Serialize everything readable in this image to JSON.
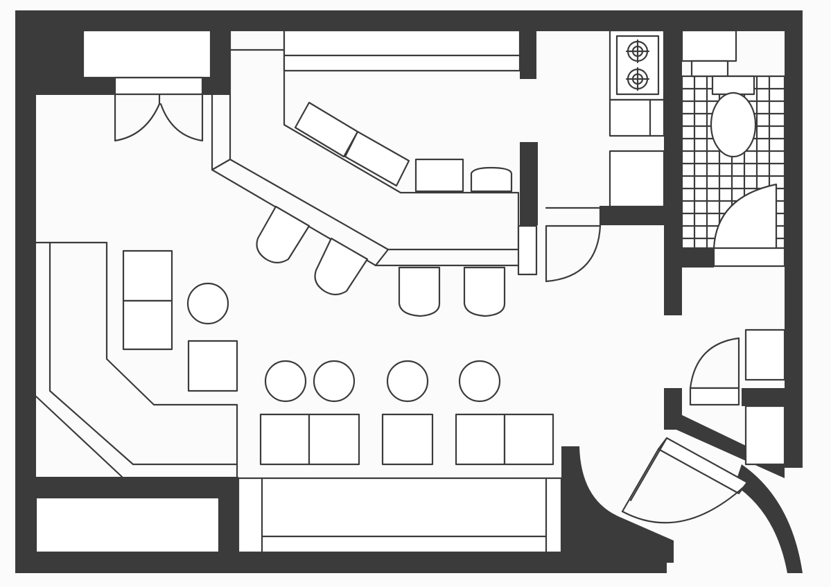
{
  "plan": {
    "type": "restaurant-floor-plan",
    "labels": [],
    "colors": {
      "wall": "#3b3b3b",
      "line": "#3b3b3b",
      "background": "#ffffff",
      "paper": "#fbfbfb"
    },
    "elements": {
      "entrance_doors": 2,
      "interior_doors": 5,
      "bar_stools": 6,
      "round_stools": 5,
      "table_units": 8,
      "cooktop_burners": 2,
      "toilets": 1
    }
  }
}
